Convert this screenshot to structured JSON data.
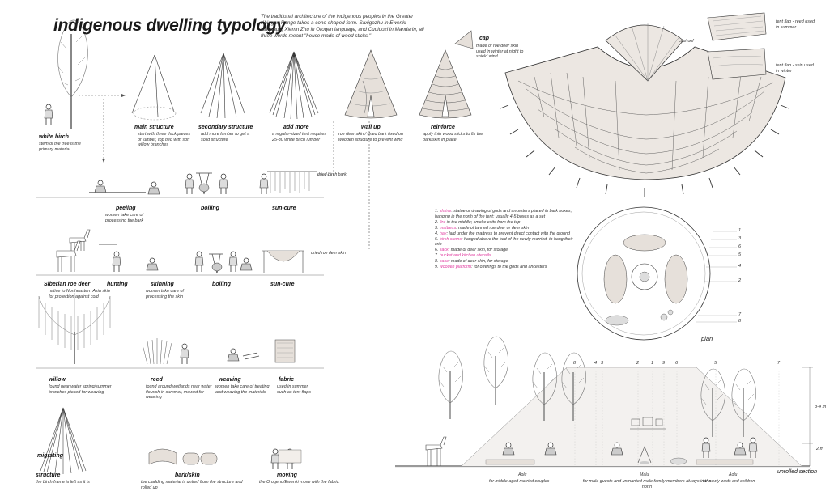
{
  "title": "indigenous dwelling typology",
  "intro": "The traditional architecture of the indigenous peoples in the Greater Khingan Range takes a cone-shaped form. Saxigozhu in Ewenki language, Xiemn Zhu in Oroqen language, and Cuoluozi in Mandarin, all three words meant \"house made of wood sticks.\"",
  "birch": {
    "label": "white birch",
    "sub": "stem of the tree is the primary material."
  },
  "steps": [
    {
      "label": "main structure",
      "sub": "start with three thick pieces of lumber, top tied with soft willow branches"
    },
    {
      "label": "secondary structure",
      "sub": "add more lumber to get a solid structure"
    },
    {
      "label": "add more",
      "sub": "a regular-sized tent requires 25-30 white birch lumber"
    },
    {
      "label": "wall up",
      "sub": "roe deer skin / dried bark fixed on wooden structure to prevent wind"
    },
    {
      "label": "reinforce",
      "sub": "apply thin wood sticks to fix the bark/skin in place"
    }
  ],
  "cap": {
    "label": "cap",
    "sub": "made of roe deer skin used in winter at night to shield wind"
  },
  "bark_row": {
    "peeling": "peeling",
    "peeling_sub": "women take care of processing the bark",
    "boiling": "boiling",
    "suncure": "sun-cure",
    "dried": "dried birch bark"
  },
  "deer_row": {
    "deer": "Siberian roe deer",
    "deer_sub": "native to Northeastern Asia skin for protection against cold",
    "hunting": "hunting",
    "skinning": "skinning",
    "skinning_sub": "women take care of processing the skin",
    "boiling": "boiling",
    "suncure": "sun-cure",
    "dried": "dried roe deer skin"
  },
  "fabric_row": {
    "willow": "willow",
    "willow_sub": "found near water spring/summer branches picked for weaving",
    "reed": "reed",
    "reed_sub": "found around wetlands near water flourish in summer, mowed for weaving",
    "weaving": "weaving",
    "weaving_sub": "women take care of treating and weaving the materials",
    "fabric": "fabric",
    "fabric_sub": "used in summer such as tent flaps"
  },
  "migrating": {
    "label": "migrating",
    "structure": "structure",
    "structure_sub": "the birch frame is left as it is",
    "bark": "bark/skin",
    "bark_sub": "the cladding material is untied from the structure and rolled up",
    "moving": "moving",
    "moving_sub": "the Oroqenu/Ewenki move with the fabric."
  },
  "tent": {
    "cap": "cap/roof",
    "flap_summer": "tent flap - reed used in summer",
    "flap_winter": "tent flap - skin used in winter"
  },
  "legend": [
    {
      "n": "1.",
      "k": "shrine",
      "t": ": statue or drawing of gods and ancesters placed in bark boxes, hanging in the north of the tent; usually 4-5 boxes as a set"
    },
    {
      "n": "2.",
      "k": "fire",
      "t": " in the middle; smoke exits from the top"
    },
    {
      "n": "3.",
      "k": "mattress",
      "t": ": made of tanned roe deer or deer skin"
    },
    {
      "n": "4.",
      "k": "hay",
      "t": ": laid under the mattress to prevent direct contact with the ground"
    },
    {
      "n": "5.",
      "k": "birch stems",
      "t": ": hanged above the bed of the newly-married, to hang their crib"
    },
    {
      "n": "6.",
      "k": "sack",
      "t": ": made of deer skin, for storage"
    },
    {
      "n": "7.",
      "k": "bucket and kitchen utensils",
      "t": ""
    },
    {
      "n": "8.",
      "k": "case",
      "t": ": made of deer skin, for storage"
    },
    {
      "n": "9.",
      "k": "wooden platform",
      "t": ": for offerings to the gods and ancesters"
    }
  ],
  "plan": {
    "label": "plan",
    "nums": [
      "1",
      "3",
      "6",
      "5",
      "4",
      "2",
      "7",
      "8"
    ]
  },
  "section": {
    "label": "unrolled section",
    "nums": [
      "8",
      "4",
      "3",
      "2",
      "1",
      "9",
      "6",
      "5",
      "7"
    ],
    "h1": "3-4 m",
    "h2": "2 m",
    "aolu1": "Aolu",
    "aolu1_sub": "for middle-aged married couples",
    "malu": "Malu",
    "malu_sub": "for male guests and unmarried male family members always in the north",
    "aolu2": "Aolu",
    "aolu2_sub": "for newly-weds and children"
  }
}
